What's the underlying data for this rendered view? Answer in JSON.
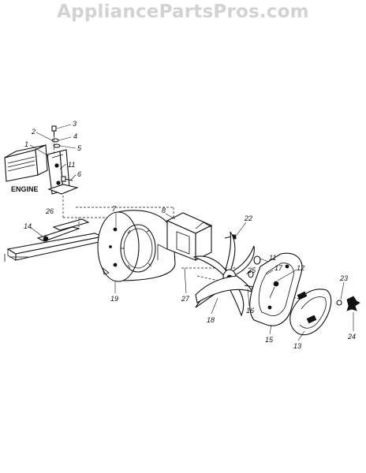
{
  "watermark": "AppliancePartsPros.com",
  "engine_label": "ENGINE",
  "callouts": {
    "c1": "1",
    "c2": "2",
    "c3": "3",
    "c4": "4",
    "c5": "5",
    "c6": "6",
    "c7": "7",
    "c8": "8",
    "c11a": "11",
    "c11b": "11",
    "c12": "12",
    "c13": "13",
    "c14": "14",
    "c15": "15",
    "c16": "16",
    "c17": "17",
    "c18": "18",
    "c19": "19",
    "c22": "22",
    "c23": "23",
    "c24": "24",
    "c25": "25",
    "c26": "26",
    "c27": "27"
  }
}
